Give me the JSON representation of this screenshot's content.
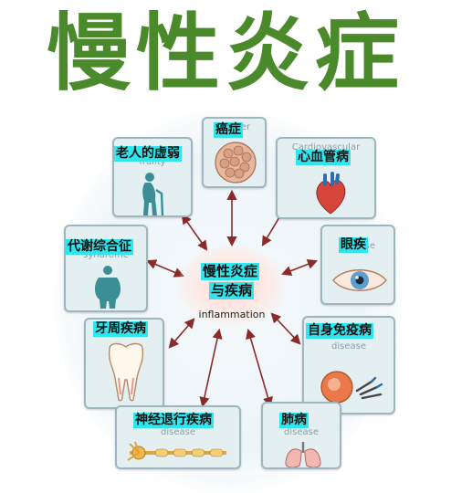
{
  "title": "慢性炎症",
  "center": {
    "line1": "慢性炎症",
    "line2": "与疾病",
    "sub": "inflammation"
  },
  "nodes": [
    {
      "id": "cancer",
      "zh": "癌症",
      "en": "Cancer"
    },
    {
      "id": "cardio",
      "zh": "心血管病",
      "en": "Cardiovascular"
    },
    {
      "id": "aging",
      "zh": "老人的虚弱",
      "en": "frailty"
    },
    {
      "id": "eye",
      "zh": "眼疾",
      "en": "disease"
    },
    {
      "id": "metabolic",
      "zh": "代谢综合征",
      "en": "syndrome"
    },
    {
      "id": "autoimmune",
      "zh": "自身免疫病",
      "en": "disease"
    },
    {
      "id": "periodontal",
      "zh": "牙周疾病",
      "en": ""
    },
    {
      "id": "neuro",
      "zh": "神经退行疾病",
      "en": "disease"
    },
    {
      "id": "lung",
      "zh": "肺病",
      "en": "disease"
    }
  ],
  "colors": {
    "title": "#4a8a2a",
    "highlight": "#2fe6ee",
    "arrow": "#8a2a2a",
    "card": "#e4eff2"
  }
}
